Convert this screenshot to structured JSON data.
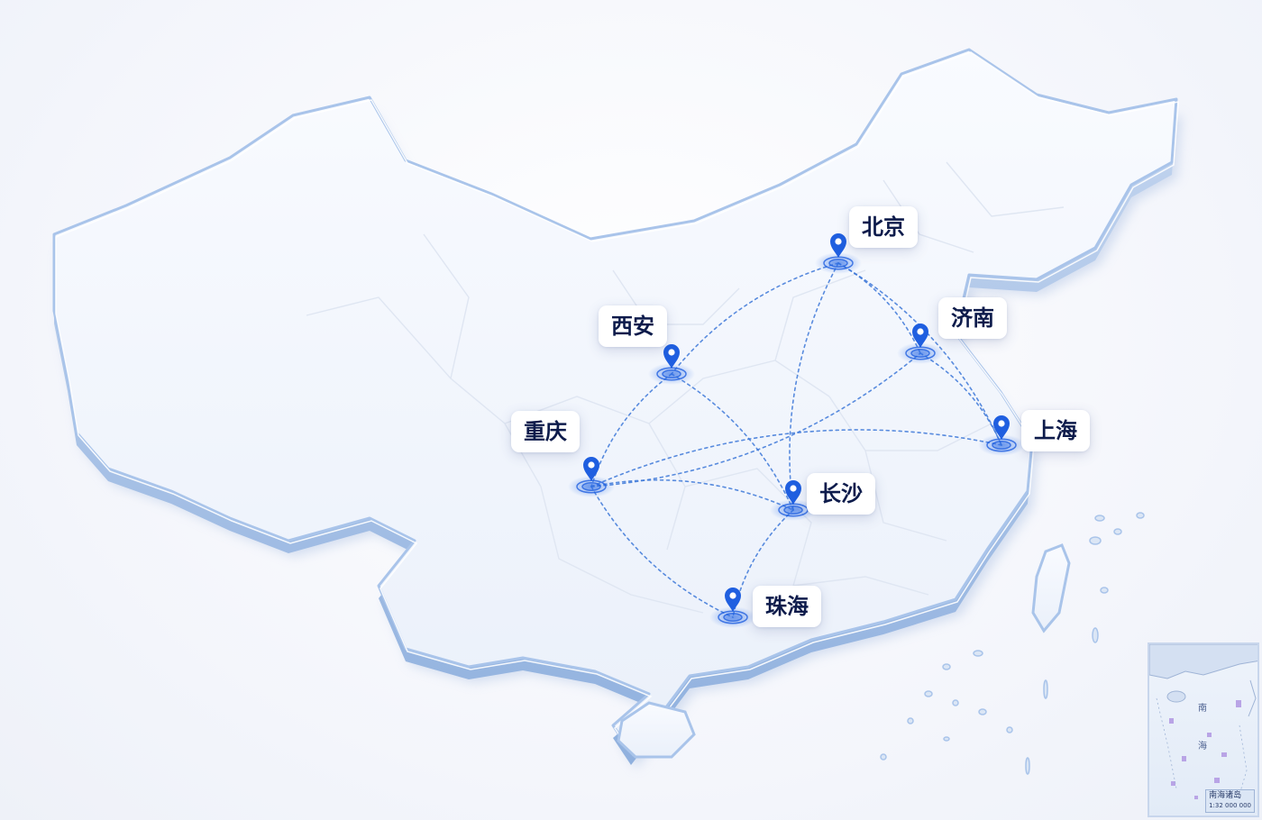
{
  "map": {
    "cities": [
      {
        "id": "beijing",
        "name": "北京"
      },
      {
        "id": "xian",
        "name": "西安"
      },
      {
        "id": "jinan",
        "name": "济南"
      },
      {
        "id": "chongqing",
        "name": "重庆"
      },
      {
        "id": "shanghai",
        "name": "上海"
      },
      {
        "id": "changsha",
        "name": "长沙"
      },
      {
        "id": "zhuhai",
        "name": "珠海"
      }
    ],
    "routes": [
      [
        "beijing",
        "xian"
      ],
      [
        "beijing",
        "jinan"
      ],
      [
        "beijing",
        "changsha"
      ],
      [
        "beijing",
        "shanghai"
      ],
      [
        "xian",
        "chongqing"
      ],
      [
        "xian",
        "changsha"
      ],
      [
        "chongqing",
        "jinan"
      ],
      [
        "chongqing",
        "changsha"
      ],
      [
        "chongqing",
        "zhuhai"
      ],
      [
        "chongqing",
        "shanghai"
      ],
      [
        "changsha",
        "zhuhai"
      ],
      [
        "jinan",
        "shanghai"
      ]
    ],
    "colors": {
      "pin": "#1f5fe0",
      "route": "#3d78d8",
      "label_text": "#0d1b4b",
      "glass_edge": "#a9c4ea"
    }
  },
  "inset": {
    "caption_line1": "南海诸岛",
    "caption_line2": "1:32 000 000",
    "words": [
      "南",
      "海"
    ]
  }
}
